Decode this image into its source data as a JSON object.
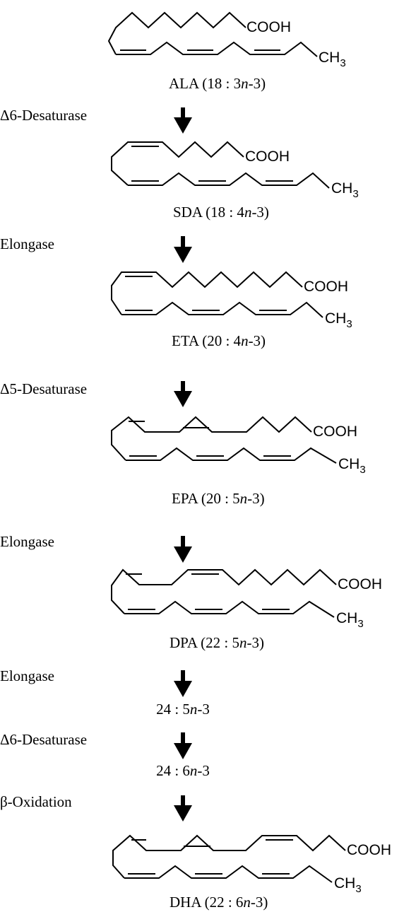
{
  "molecules": {
    "ala": {
      "cooh": "COOH",
      "ch3": "CH",
      "ch3_sub": "3",
      "name": "ALA (18 : 3",
      "name_n": "n",
      "name_end": "-3)"
    },
    "sda": {
      "cooh": "COOH",
      "ch3": "CH",
      "ch3_sub": "3",
      "name": "SDA (18 : 4",
      "name_n": "n",
      "name_end": "-3)"
    },
    "eta": {
      "cooh": "COOH",
      "ch3": "CH",
      "ch3_sub": "3",
      "name": "ETA (20 : 4",
      "name_n": "n",
      "name_end": "-3)"
    },
    "epa": {
      "cooh": "COOH",
      "ch3": "CH",
      "ch3_sub": "3",
      "name": "EPA (20 : 5",
      "name_n": "n",
      "name_end": "-3)"
    },
    "dpa": {
      "cooh": "COOH",
      "ch3": "CH",
      "ch3_sub": "3",
      "name": "DPA (22 : 5",
      "name_n": "n",
      "name_end": "-3)"
    },
    "dha": {
      "cooh": "COOH",
      "ch3": "CH",
      "ch3_sub": "3",
      "name": "DHA (22 : 6",
      "name_n": "n",
      "name_end": "-3)"
    }
  },
  "intermediates": [
    {
      "pre": "24 : 5",
      "n": "n",
      "post": "-3"
    },
    {
      "pre": "24 : 6",
      "n": "n",
      "post": "-3"
    }
  ],
  "enzymes": [
    "Δ6-Desaturase",
    "Elongase",
    "Δ5-Desaturase",
    "Elongase",
    "Elongase",
    "Δ6-Desaturase",
    "β-Oxidation"
  ],
  "colors": {
    "ink": "#000000",
    "background": "#ffffff"
  }
}
